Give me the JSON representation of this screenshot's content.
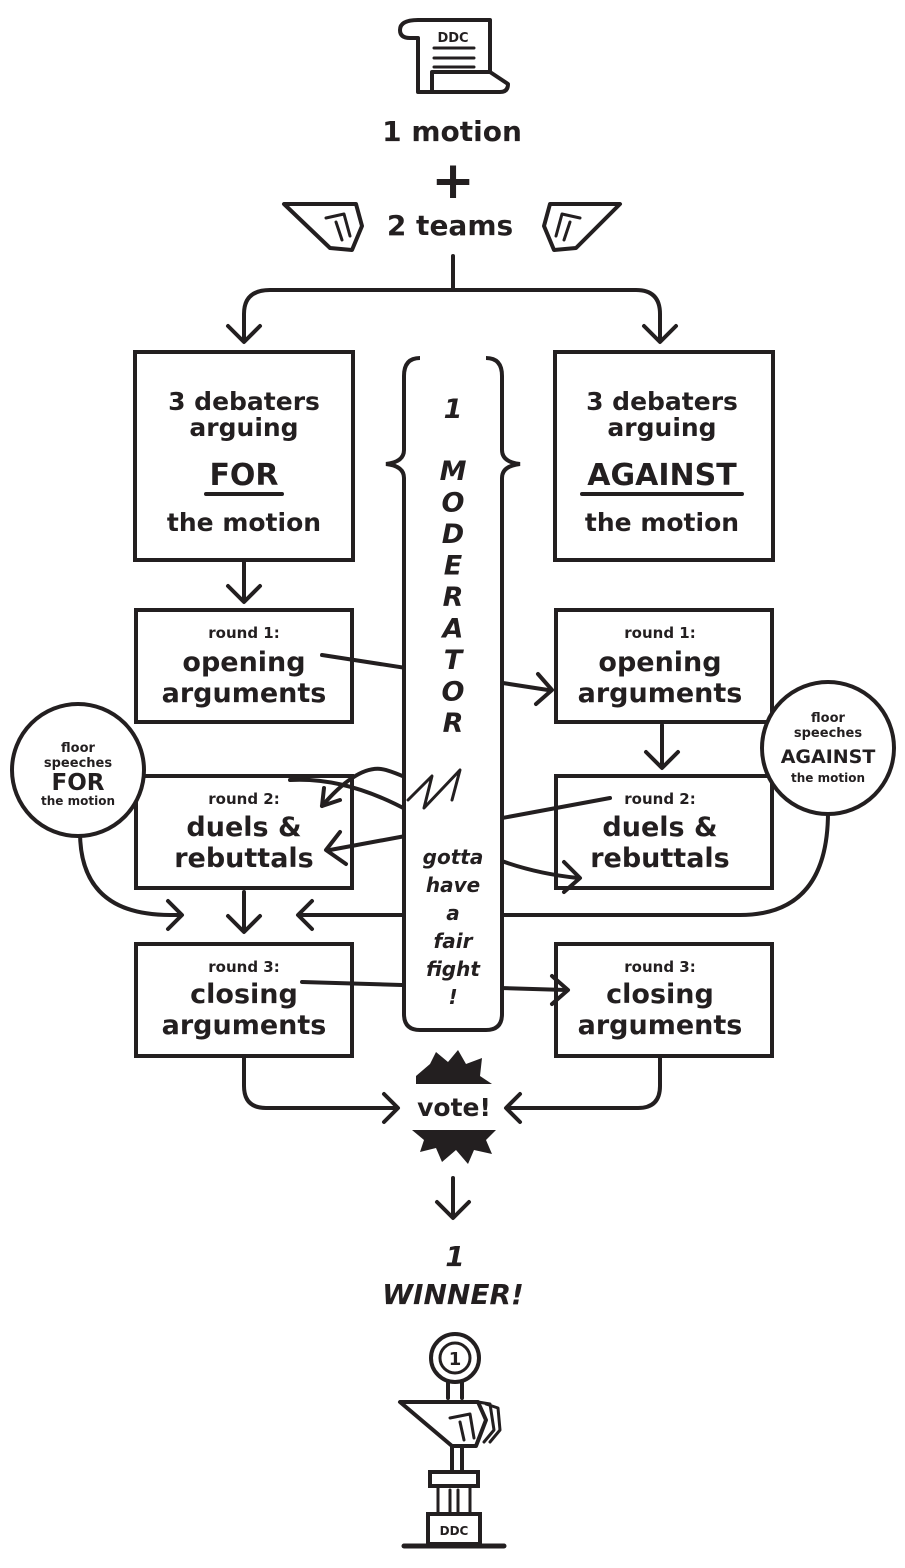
{
  "header": {
    "scroll_label": "DDC",
    "motion_label": "1 motion",
    "plus_sign": "+",
    "teams_label": "2 teams"
  },
  "for_team": {
    "line1": "3 debaters",
    "line2": "arguing",
    "side": "FOR",
    "line4": "the motion"
  },
  "against_team": {
    "line1": "3 debaters",
    "line2": "arguing",
    "side": "AGAINST",
    "line4": "the motion"
  },
  "moderator": {
    "count": "1",
    "letters": [
      "M",
      "O",
      "D",
      "E",
      "R",
      "A",
      "T",
      "O",
      "R"
    ],
    "note": [
      "gotta",
      "have",
      "a",
      "fair",
      "fight",
      "!"
    ]
  },
  "rounds": {
    "r1_title": "round 1:",
    "r1_line1": "opening",
    "r1_line2": "arguments",
    "r2_title": "round 2:",
    "r2_line1": "duels &",
    "r2_line2": "rebuttals",
    "r3_title": "round 3:",
    "r3_line1": "closing",
    "r3_line2": "arguments"
  },
  "floor_for": {
    "line1": "floor",
    "line2": "speeches",
    "side": "FOR",
    "line4": "the motion"
  },
  "floor_against": {
    "line1": "floor",
    "line2": "speeches",
    "side": "AGAINST",
    "line4": "the motion"
  },
  "vote_label": "vote!",
  "winner": {
    "count": "1",
    "label": "WINNER!",
    "medal_number": "1",
    "base_label": "DDC"
  },
  "colors": {
    "ink": "#231f20",
    "paper": "#ffffff"
  },
  "icons": [
    "scroll-icon",
    "plus-icon",
    "hand-left-icon",
    "hand-right-icon",
    "starburst-icon",
    "trophy-icon",
    "medal-icon"
  ]
}
